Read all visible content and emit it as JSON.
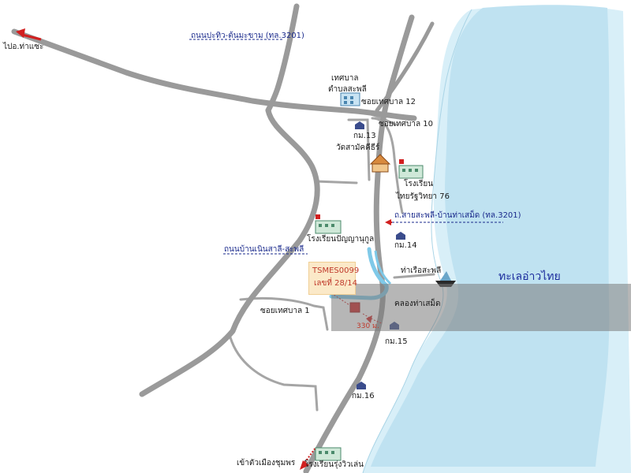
{
  "map": {
    "sea_label": "ทะเลอ่าวไทย",
    "labels": {
      "to_tha_chae": "ไปอ.ท่าแซะ",
      "road_pathio": "ถนนปะทิว-ต้นมะขาม (ทล.3201)",
      "municipality_line1": "เทศบาล",
      "municipality_line2": "ตำบลสะพลี",
      "soi_12": "ซอยเทศบาล 12",
      "km13": "กม.13",
      "soi_10": "ซอยเทศบาล 10",
      "wat": "วัดสามัคคีธีร์",
      "school_thai_line1": "โรงเรียน",
      "school_thai_line2": "ไทยรัฐวิทยา 76",
      "road_saphli": "ถ.สายสะพลี-บ้านท่าเสม็ด (ทล.3201)",
      "school_panyanukul": "โรงเรียนปัญญานุกูล",
      "km14": "กม.14",
      "road_nernsala": "ถนนบ้านเนินสาลี-สะพลี",
      "pier": "ท่าเรือสะพลี",
      "canal": "คลองท่าเสม็ด",
      "soi_1": "ซอยเทศบาล 1",
      "distance": "330 ม.",
      "km15": "กม.15",
      "km16": "กม.16",
      "to_chumphon": "เข้าตัวเมืองชุมพร",
      "school_rungwiwat": "โรงเรียนรุ่งวิวเล่น"
    },
    "property": {
      "code": "TSMES0099",
      "number": "เลขที่ 28/14"
    },
    "colors": {
      "sea": "#bfe2f1",
      "sea_light": "#d8eff8",
      "road": "#9a9a9a",
      "minor_road": "#a5a5a5",
      "canal": "#7fc9e8",
      "marker": "#d11f1f",
      "label_box": "#fbe9c8"
    }
  }
}
